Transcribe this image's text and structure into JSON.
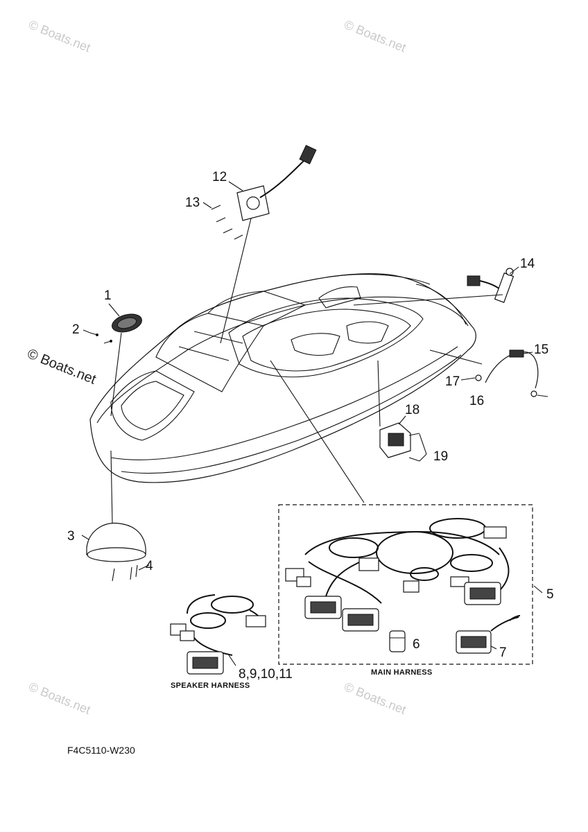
{
  "watermark": {
    "text": "© Boats.net"
  },
  "callouts": {
    "c1": "1",
    "c2": "2",
    "c3": "3",
    "c4": "4",
    "c5": "5",
    "c6": "6",
    "c7": "7",
    "c8": "8,9,10,11",
    "c12": "12",
    "c13": "13",
    "c14": "14",
    "c15": "15",
    "c16": "16",
    "c17": "17",
    "c18": "18",
    "c19": "19"
  },
  "captions": {
    "speaker_harness": "SPEAKER HARNESS",
    "main_harness": "MAIN HARNESS"
  },
  "diagram_code": "F4C5110-W230"
}
